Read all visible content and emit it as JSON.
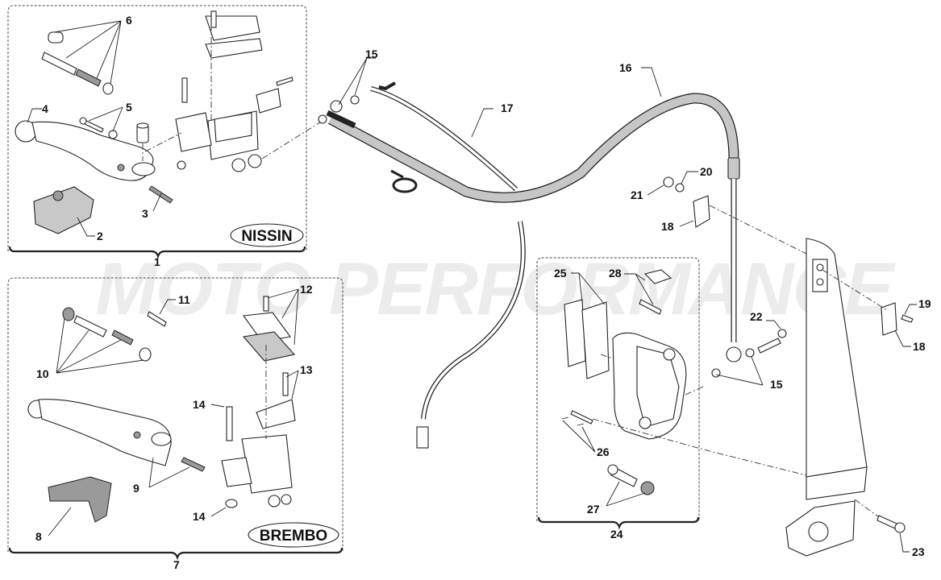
{
  "diagram": {
    "title": "Front brake system exploded parts diagram",
    "watermark": "MOTO PERFORMANCE",
    "groups": [
      {
        "id": "nissin",
        "brand_label": "NISSIN",
        "group_number": "1"
      },
      {
        "id": "brembo",
        "brand_label": "BREMBO",
        "group_number": "7"
      },
      {
        "id": "caliper",
        "brand_label": "",
        "group_number": "24"
      }
    ],
    "callouts": {
      "c1": "1",
      "c2": "2",
      "c3": "3",
      "c4": "4",
      "c5": "5",
      "c6": "6",
      "c7": "7",
      "c8": "8",
      "c9": "9",
      "c10": "10",
      "c11": "11",
      "c12": "12",
      "c13": "13",
      "c14a": "14",
      "c14b": "14",
      "c15a": "15",
      "c15b": "15",
      "c16": "16",
      "c17": "17",
      "c18a": "18",
      "c18b": "18",
      "c19": "19",
      "c20": "20",
      "c21": "21",
      "c22": "22",
      "c23": "23",
      "c24": "24",
      "c25": "25",
      "c26": "26",
      "c27": "27",
      "c28": "28"
    }
  }
}
